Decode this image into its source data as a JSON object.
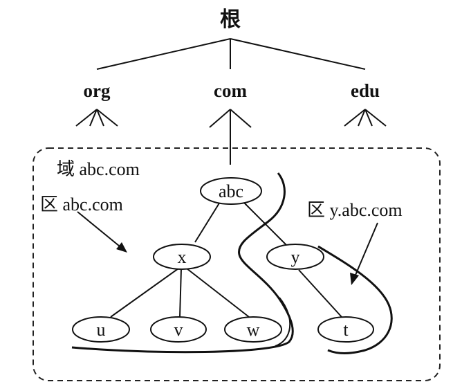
{
  "tree": {
    "root": "根",
    "tld": {
      "org": "org",
      "com": "com",
      "edu": "edu"
    },
    "nodes": {
      "abc": "abc",
      "x": "x",
      "y": "y",
      "u": "u",
      "v": "v",
      "w": "w",
      "t": "t"
    }
  },
  "annotations": {
    "domain": "域 abc.com",
    "zone_abc": "区 abc.com",
    "zone_y": "区 y.abc.com"
  }
}
